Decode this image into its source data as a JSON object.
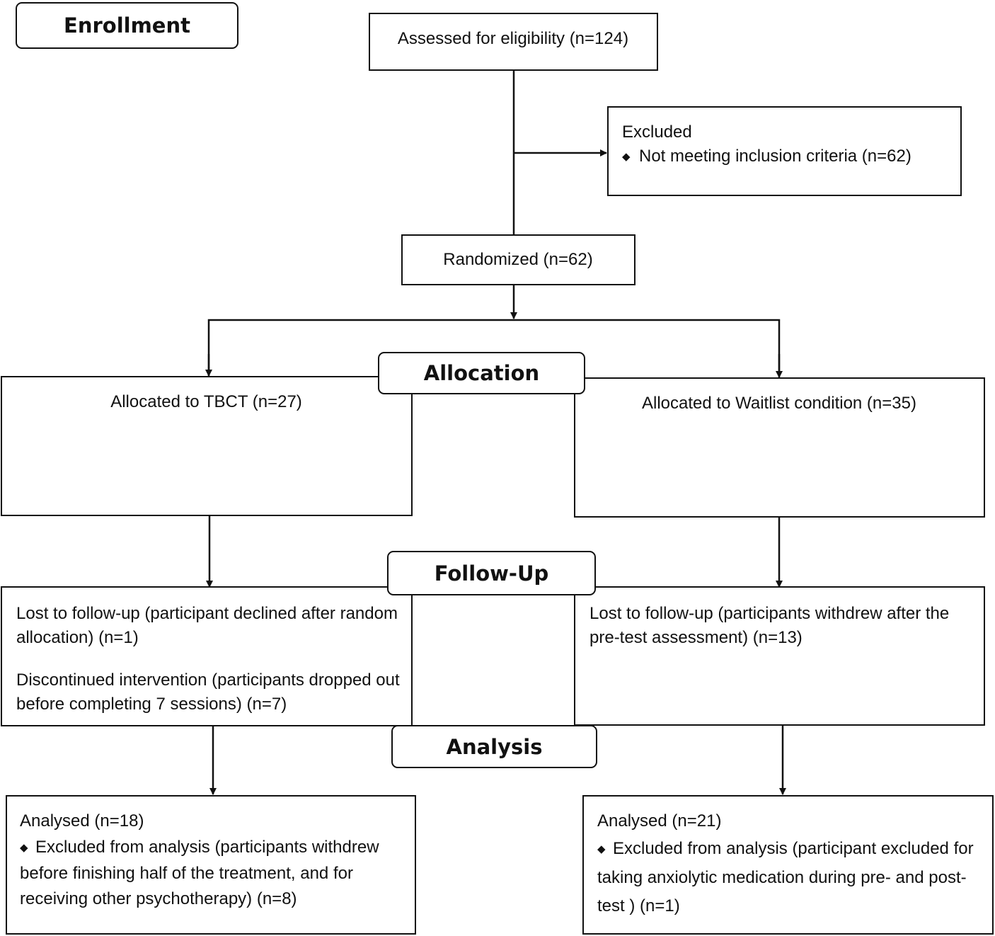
{
  "stages": {
    "enrollment": "Enrollment",
    "allocation": "Allocation",
    "follow_up": "Follow-Up",
    "analysis": "Analysis"
  },
  "assessed": "Assessed for eligibility (n=124)",
  "excluded": {
    "title": "Excluded",
    "items": [
      "Not meeting inclusion criteria (n=62)"
    ]
  },
  "randomized": "Randomized (n=62)",
  "allocation": {
    "left": "Allocated to TBCT (n=27)",
    "right": "Allocated to Waitlist condition (n=35)"
  },
  "follow_up": {
    "left": {
      "lost": "Lost to follow-up (participant declined after random allocation) (n=1)",
      "discontinued": "Discontinued intervention (participants dropped out before completing 7 sessions) (n=7)"
    },
    "right": {
      "lost": "Lost to follow-up (participants withdrew after the pre-test assessment) (n=13)"
    }
  },
  "analysis": {
    "left": {
      "analysed": "Analysed  (n=18)",
      "excluded": "Excluded from analysis (participants withdrew before finishing half of the treatment, and for receiving other psychotherapy) (n=8)"
    },
    "right": {
      "analysed": "Analysed  (n=21)",
      "excluded": "Excluded from analysis (participant excluded for taking anxiolytic medication during pre- and post-test ) (n=1)"
    }
  }
}
